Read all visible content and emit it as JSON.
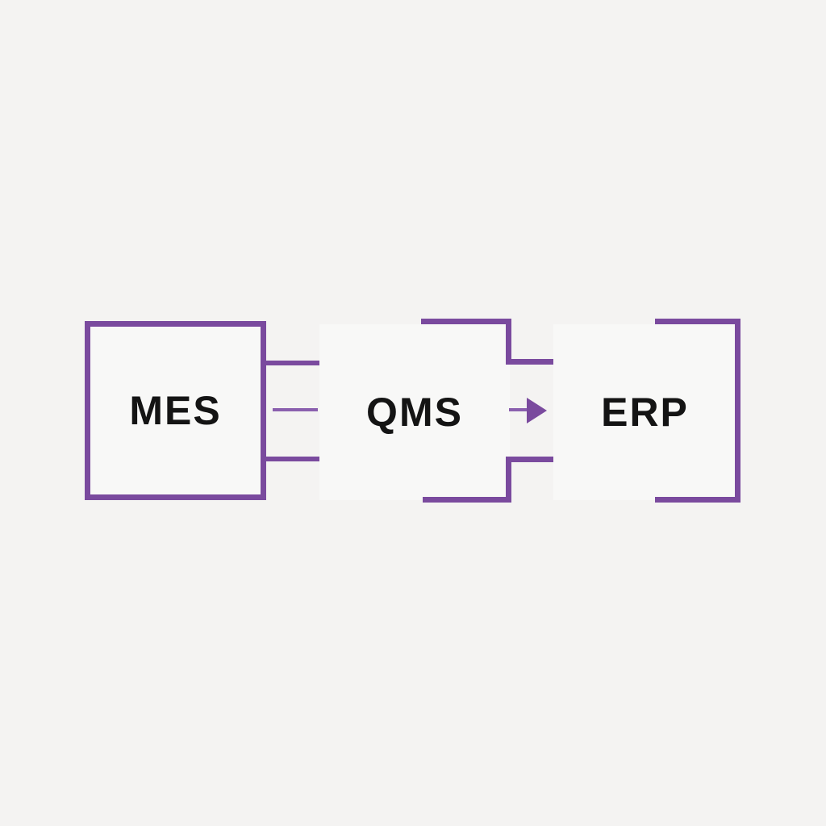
{
  "diagram": {
    "type": "system-integration-flow",
    "nodes": [
      {
        "id": "mes",
        "label": "MES"
      },
      {
        "id": "qms",
        "label": "QMS"
      },
      {
        "id": "erp",
        "label": "ERP"
      }
    ],
    "connectors": [
      {
        "from": "mes",
        "to": "qms",
        "style": "triple-parallel-lines"
      },
      {
        "from": "qms",
        "to": "erp",
        "style": "arrow-right"
      }
    ],
    "colors": {
      "accent": "#7a4a9e",
      "accent_light": "#8a5fae",
      "background": "#f4f3f2",
      "node_fill": "#f8f8f7",
      "text": "#141414"
    }
  }
}
